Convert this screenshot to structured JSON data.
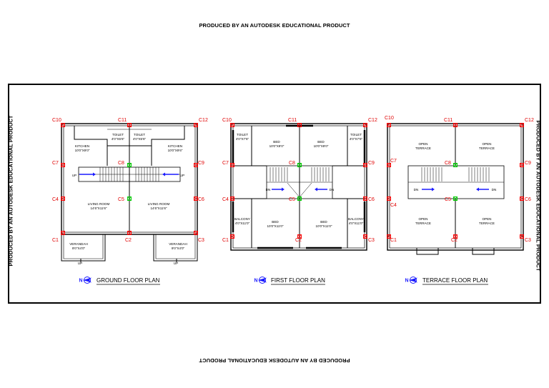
{
  "watermark": "PRODUCED BY AN AUTODESK EDUCATIONAL PRODUCT",
  "colors": {
    "line": "#000000",
    "column_red": "#ff0000",
    "column_green": "#00cc00",
    "north_blue": "#1a1aff",
    "label_red": "#e00000"
  },
  "plans": {
    "ground": {
      "title": "GROUND FLOOR PLAN",
      "columns": {
        "C10": "C10",
        "C11": "C11",
        "C12": "C12",
        "C7": "C7",
        "C8": "C8",
        "C9": "C9",
        "C4": "C4",
        "C5": "C5",
        "C6": "C6",
        "C1": "C1",
        "C2": "C2",
        "C3": "C3"
      },
      "rooms": {
        "kitchen_l": {
          "name": "KITCHEN",
          "size": "10'0\"X9'0\""
        },
        "toilet_l": {
          "name": "TOILET",
          "size": "4'0\"X5'6\""
        },
        "toilet_r": {
          "name": "TOILET",
          "size": "4'0\"X5'6\""
        },
        "kitchen_r": {
          "name": "KITCHEN",
          "size": "10'0\"X9'6\""
        },
        "living_l": {
          "name": "LIVING ROOM",
          "size": "14'6\"X11'6\""
        },
        "living_r": {
          "name": "LIVING ROOM",
          "size": "14'6\"X11'6\""
        },
        "verandah_l": {
          "name": "VERANDAH",
          "size": "9'0\"X4'0\""
        },
        "verandah_r": {
          "name": "VERANDAH",
          "size": "9'0\"X4'0\""
        }
      },
      "up": "UP"
    },
    "first": {
      "title": "FIRST FLOOR PLAN",
      "columns": {
        "C10": "C10",
        "C11": "C11",
        "C12": "C12",
        "C7": "C7",
        "C8": "C8",
        "C9": "C9",
        "C4": "C4",
        "C5": "C5",
        "C6": "C6",
        "C1": "C1",
        "C2": "C2",
        "C3": "C3"
      },
      "rooms": {
        "toilet_l": {
          "name": "TOILET",
          "size": "4'0\"X7'6\""
        },
        "bed_tl": {
          "name": "BED",
          "size": "10'0\"X9'0\""
        },
        "bed_tr": {
          "name": "BED",
          "size": "10'0\"X9'0\""
        },
        "toilet_r": {
          "name": "TOILET",
          "size": "4'0\"X7'6\""
        },
        "balcony_l": {
          "name": "BALCONY",
          "size": "4'0\"X11'0\""
        },
        "bed_bl": {
          "name": "BED",
          "size": "10'0\"X11'0\""
        },
        "bed_br": {
          "name": "BED",
          "size": "10'0\"X11'0\""
        },
        "balcony_r": {
          "name": "BALCONY",
          "size": "4'0\"X11'0\""
        }
      },
      "dn": "DN"
    },
    "terrace": {
      "title": "TERRACE FLOOR PLAN",
      "columns": {
        "C10": "C10",
        "C11": "C11",
        "C12": "C12",
        "C7": "C7",
        "C8": "C8",
        "C9": "C9",
        "C4": "C4",
        "C5": "C5",
        "C6": "C6",
        "C1": "C1",
        "C2": "C2",
        "C3": "C3"
      },
      "rooms": {
        "open_tl": {
          "name": "OPEN",
          "name2": "TERRACE"
        },
        "open_tr": {
          "name": "OPEN",
          "name2": "TERRACE"
        },
        "open_bl": {
          "name": "OPEN",
          "name2": "TERRACE"
        },
        "open_br": {
          "name": "OPEN",
          "name2": "TERRACE"
        }
      },
      "dn": "DN"
    }
  }
}
